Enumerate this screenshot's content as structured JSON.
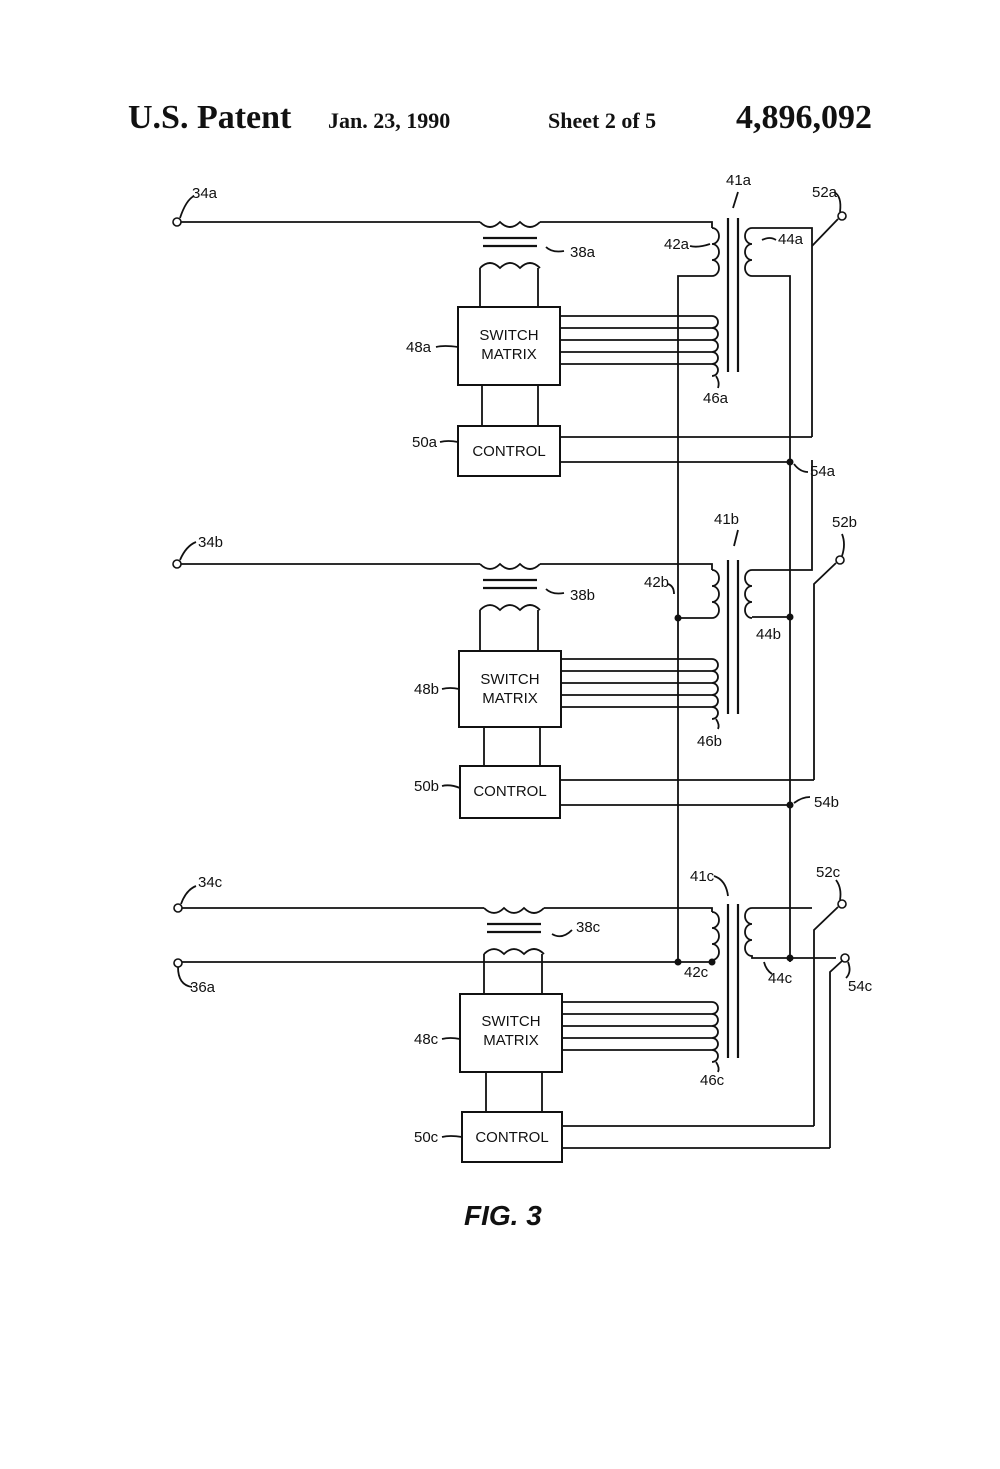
{
  "header": {
    "left": "U.S. Patent",
    "date": "Jan. 23, 1990",
    "sheet": "Sheet 2 of 5",
    "number": "4,896,092"
  },
  "figure_label": "FIG. 3",
  "stages": [
    {
      "input_terminal": "34a",
      "series_transformer": "38a",
      "switch_matrix_ref": "48a",
      "switch_matrix_text": [
        "SWITCH",
        "MATRIX"
      ],
      "control_ref": "50a",
      "control_text": "CONTROL",
      "main_transformer": "41a",
      "primary": "42a",
      "secondary": "44a",
      "taps": "46a",
      "output_terminal": "52a",
      "node": "54a"
    },
    {
      "input_terminal": "34b",
      "series_transformer": "38b",
      "switch_matrix_ref": "48b",
      "switch_matrix_text": [
        "SWITCH",
        "MATRIX"
      ],
      "control_ref": "50b",
      "control_text": "CONTROL",
      "main_transformer": "41b",
      "primary": "42b",
      "secondary": "44b",
      "taps": "46b",
      "output_terminal": "52b",
      "node": "54b"
    },
    {
      "input_terminal": "34c",
      "series_transformer": "38c",
      "switch_matrix_ref": "48c",
      "switch_matrix_text": [
        "SWITCH",
        "MATRIX"
      ],
      "control_ref": "50c",
      "control_text": "CONTROL",
      "main_transformer": "41c",
      "primary": "42c",
      "secondary": "44c",
      "taps": "46c",
      "output_terminal": "52c",
      "node": "54c"
    }
  ],
  "neutral_terminal": "36a"
}
